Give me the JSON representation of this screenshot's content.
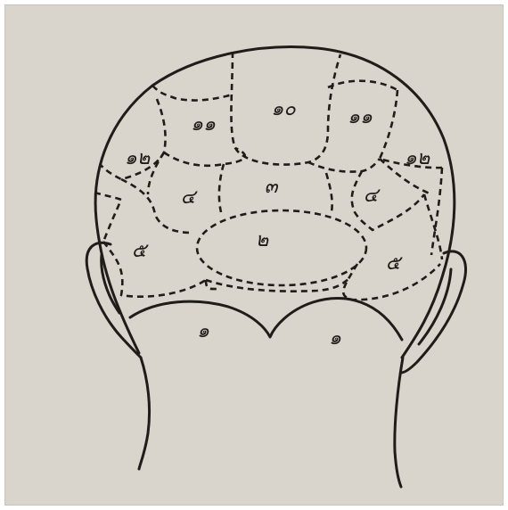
{
  "figure": {
    "background": "#d9d5cc",
    "ink": "#1f1c19",
    "zone_labels": {
      "top_center": "๑๐",
      "top_left": "๑๑",
      "top_right": "๑๑",
      "side_left": "๑๒",
      "side_right": "๑๒",
      "middle_center": "๓",
      "middle_left": "๔",
      "middle_right": "๔",
      "oval_center": "๒",
      "lower_left": "๕",
      "lower_right": "๕",
      "neck_left": "๑",
      "neck_right": "๑"
    }
  }
}
